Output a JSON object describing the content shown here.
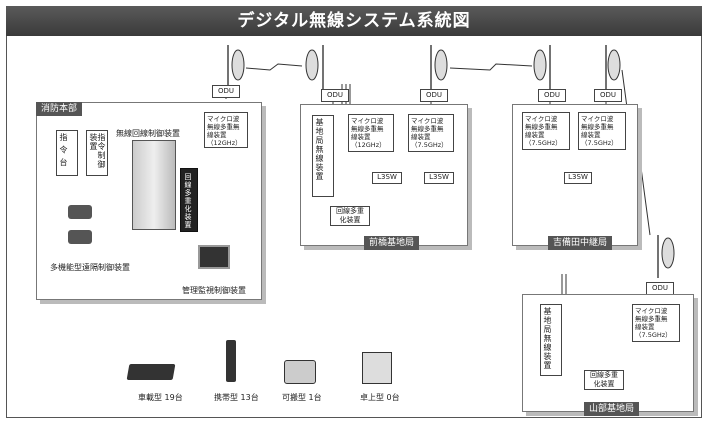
{
  "title": "デジタル無線システム系統図",
  "hq": {
    "tab": "消防本部",
    "console_label": "無線回線制御装置",
    "shirei": "指 令 台",
    "shirei_seigyo": "指令制御装置",
    "tagen": "回線多重化装置",
    "micro": "マイクロ波\n無線多重無\n線装置\n（12GHz）",
    "phone_label": "多機能型遠隔制御装置",
    "pc_label": "管理監視制御装置"
  },
  "odu": "ODU",
  "kichi1": {
    "tab": "前橋基地局",
    "base": "基地局無線装置",
    "micro1": "マイクロ波\n無線多重無\n線装置\n（12GHz）",
    "micro2": "マイクロ波\n無線多重無\n線装置\n（7.5GHz）",
    "l3sw": "L3SW",
    "tagen": "回線多重\n化装置"
  },
  "chukei": {
    "tab": "吉備田中継局",
    "micro1": "マイクロ波\n無線多重無\n線装置\n（7.5GHz）",
    "micro2": "マイクロ波\n無線多重無\n線装置\n（7.5GHz）",
    "l3sw": "L3SW"
  },
  "kichi2": {
    "tab": "山部基地局",
    "base": "基地局無線装置",
    "micro": "マイクロ波\n無線多重無\n線装置\n（7.5GHz）",
    "tagen": "回線多重\n化装置"
  },
  "terminals": [
    {
      "label": "車載型 19台"
    },
    {
      "label": "携帯型 13台"
    },
    {
      "label": "可搬型 1台"
    },
    {
      "label": "卓上型 0台"
    }
  ]
}
